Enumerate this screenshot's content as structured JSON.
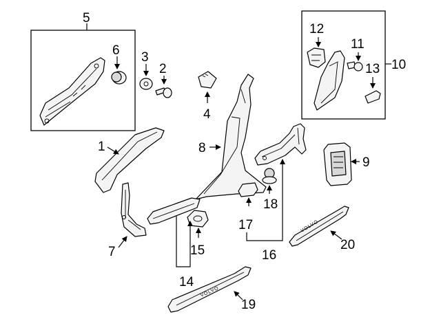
{
  "callouts": {
    "c1": "1",
    "c2": "2",
    "c3": "3",
    "c4": "4",
    "c5": "5",
    "c6": "6",
    "c7": "7",
    "c8": "8",
    "c9": "9",
    "c10": "10",
    "c11": "11",
    "c12": "12",
    "c13": "13",
    "c14": "14",
    "c15": "15",
    "c16": "16",
    "c17": "17",
    "c18": "18",
    "c19": "19",
    "c20": "20"
  },
  "emboss": {
    "sill_front": "VOLVO",
    "sill_rear": "VOLVO"
  },
  "colors": {
    "line": "#000000",
    "part_fill": "#f4f4f4",
    "background": "#ffffff"
  }
}
